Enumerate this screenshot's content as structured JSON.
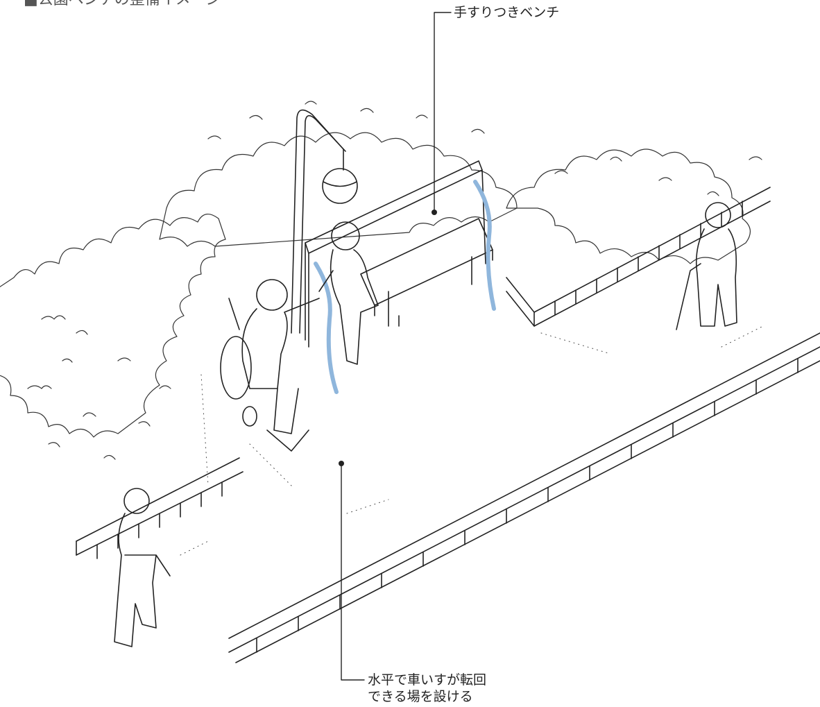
{
  "title": "■公園ベンチの整備イメージ",
  "callouts": {
    "bench": "手すりつきベンチ",
    "space_line1": "水平で車いすが転回",
    "space_line2": "できる場を設ける"
  },
  "colors": {
    "line": "#222222",
    "handrail": "#8fb6dc",
    "title": "#555555"
  }
}
